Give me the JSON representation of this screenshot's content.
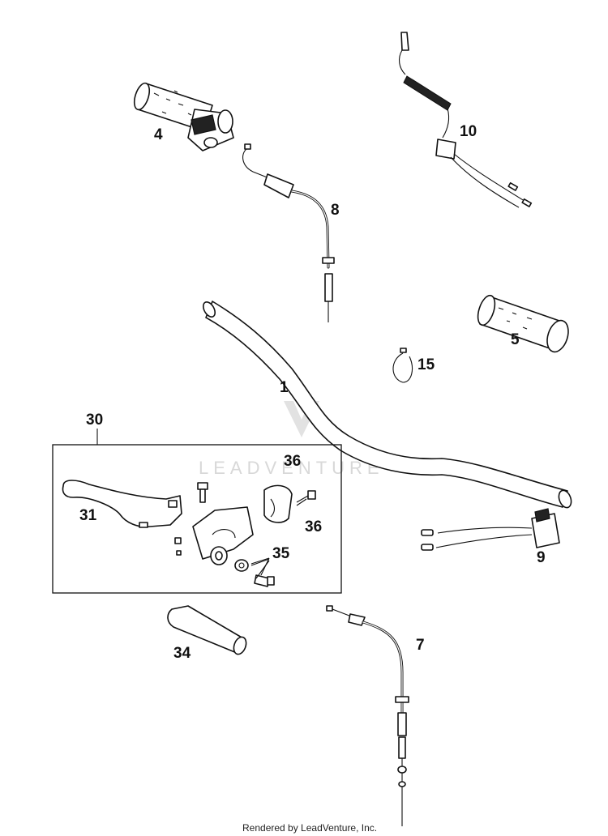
{
  "callouts": {
    "c1": "1",
    "c4": "4",
    "c5": "5",
    "c7": "7",
    "c8": "8",
    "c9": "9",
    "c10": "10",
    "c15": "15",
    "c30": "30",
    "c31": "31",
    "c34": "34",
    "c35": "35",
    "c36a": "36",
    "c36b": "36"
  },
  "watermark": "LEADVENTURE",
  "footer": "Rendered by LeadVenture, Inc."
}
